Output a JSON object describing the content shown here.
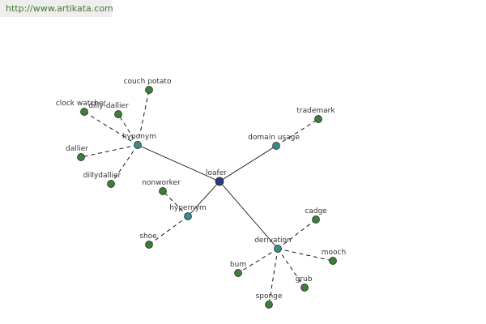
{
  "banner": {
    "url": "http://www.artikata.com"
  },
  "colors": {
    "center": "#2a3a7a",
    "relation": "#3f8a86",
    "leaf": "#3f7d3a",
    "edge": "#000000"
  },
  "graph": {
    "center": {
      "label": "loafer"
    },
    "relations": [
      {
        "label": "hyponym",
        "leaves": [
          "couch potato",
          "clock watcher",
          "dilly-dallier",
          "dallier",
          "dillydallier"
        ]
      },
      {
        "label": "domain usage",
        "leaves": [
          "trademark"
        ]
      },
      {
        "label": "hypernym",
        "leaves": [
          "nonworker",
          "shoe"
        ]
      },
      {
        "label": "derivation",
        "leaves": [
          "cadge",
          "mooch",
          "grub",
          "sponge",
          "bum"
        ]
      }
    ]
  }
}
